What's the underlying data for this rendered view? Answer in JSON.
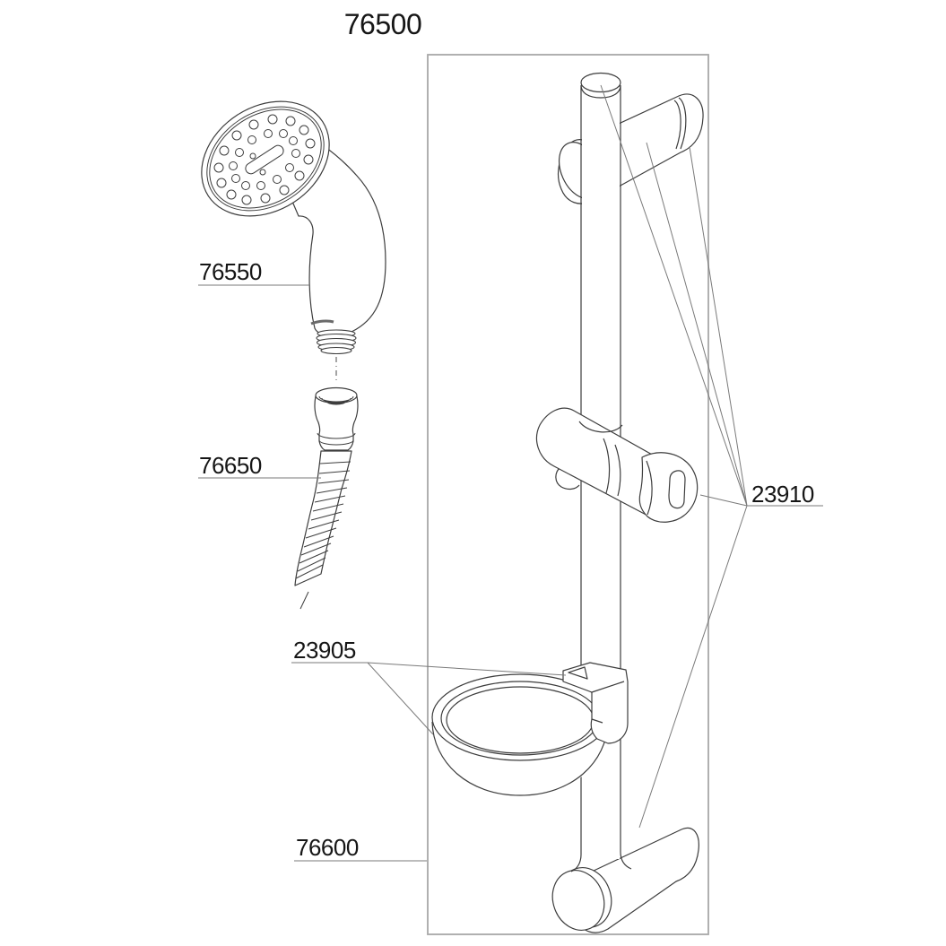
{
  "title": "76500",
  "labels": {
    "hand_shower": "76550",
    "hose": "76650",
    "slide_bar": "76600",
    "holder_set": "23910",
    "soap_dish": "23905"
  },
  "colors": {
    "outline": "#3d3d3d",
    "detail": "#4a4a4a",
    "leader": "#7a7a7a",
    "frame": "#a8a8a8",
    "text": "#161616",
    "fill": "#ffffff"
  }
}
